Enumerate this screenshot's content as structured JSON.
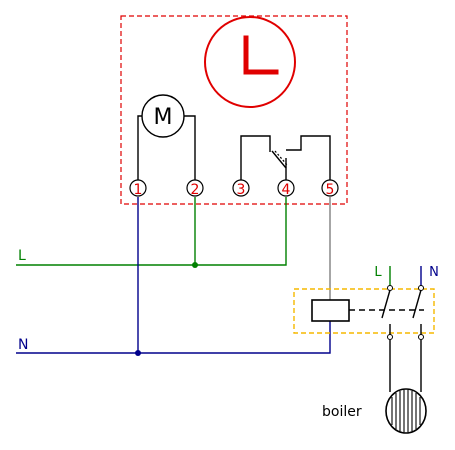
{
  "timer_box": {
    "clock_icon": "clock-icon",
    "motor_label": "M",
    "terminals": [
      "1",
      "2",
      "3",
      "4",
      "5"
    ]
  },
  "supply_lines": {
    "live_label": "L",
    "neutral_label": "N"
  },
  "contactor": {
    "live_label": "L",
    "neutral_label": "N"
  },
  "load": {
    "label": "boiler"
  },
  "colors": {
    "live": "#008000",
    "neutral": "#00008b",
    "control": "#808080",
    "dashed_box": "#e00000",
    "contactor_box": "#f5b800",
    "terminal_text": "#e00000"
  }
}
